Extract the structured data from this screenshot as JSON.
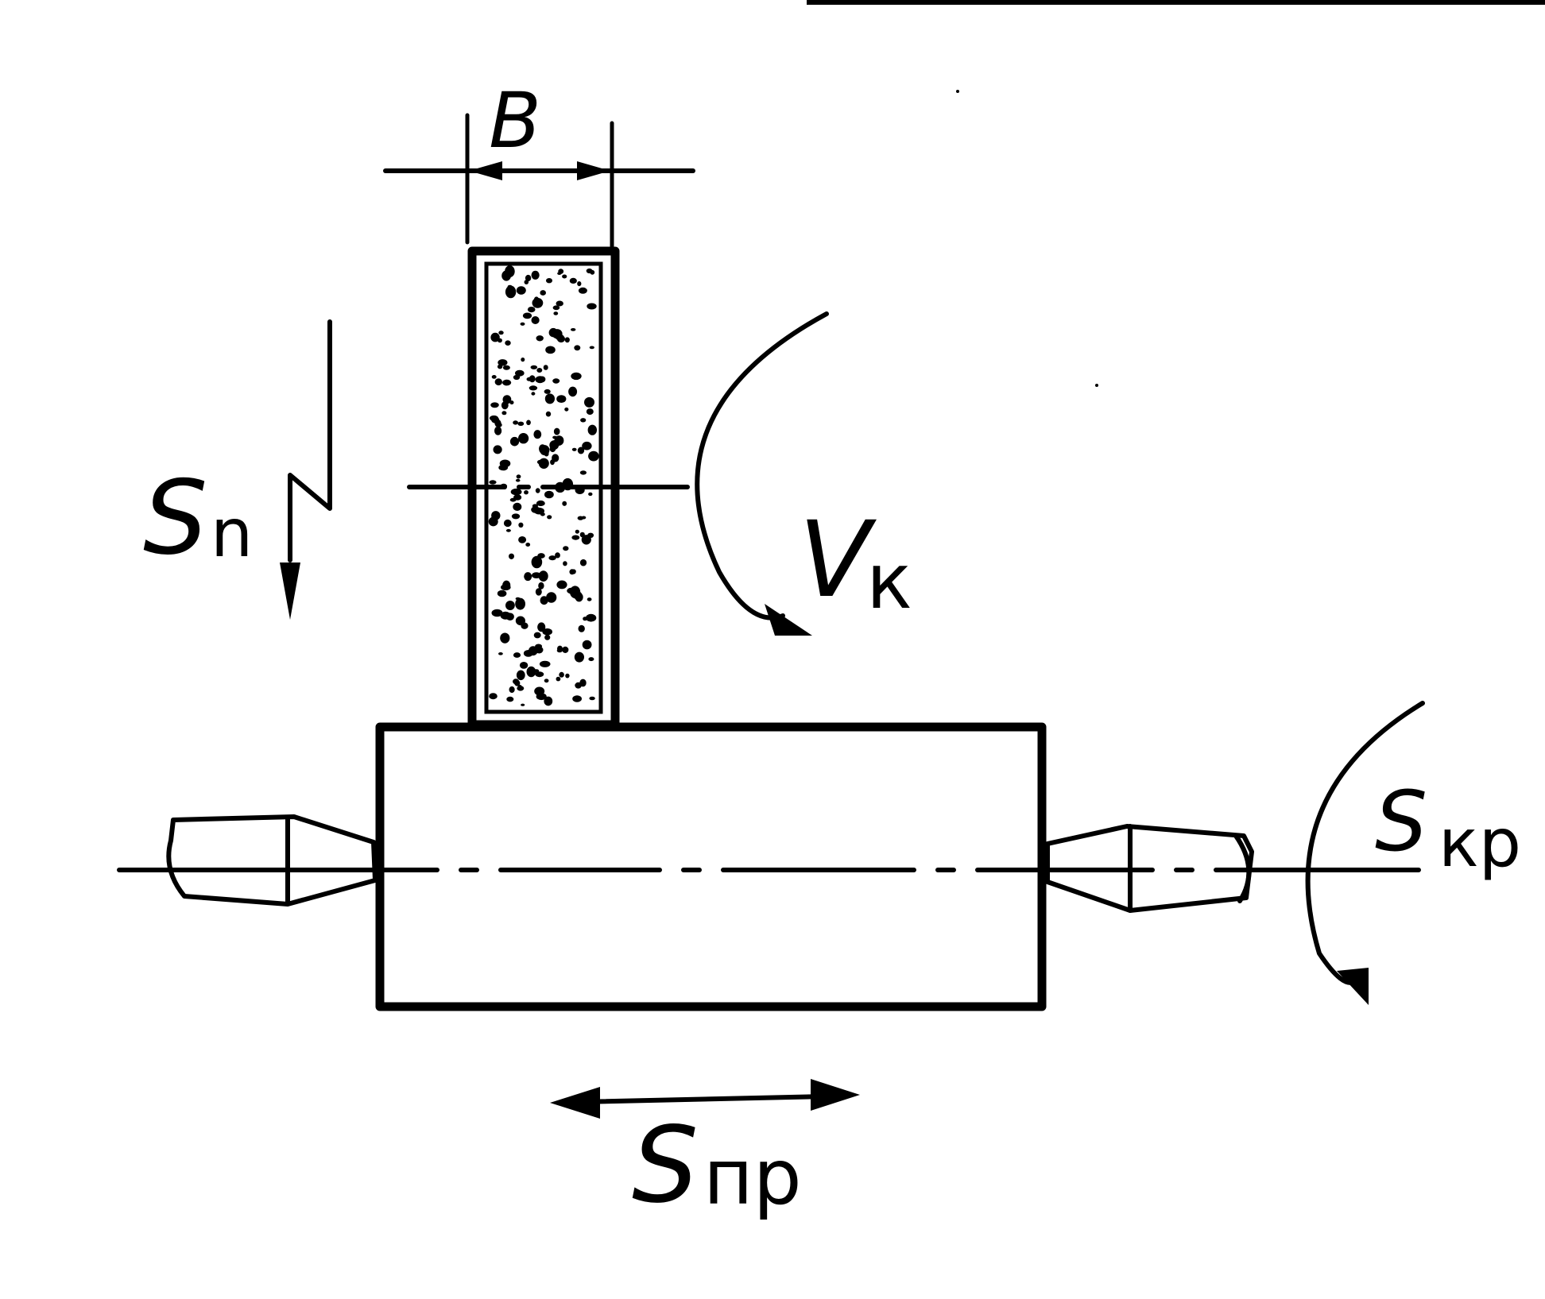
{
  "labels": {
    "width_symbol": "B",
    "plunge_feed_main": "S",
    "plunge_feed_sub": "n",
    "wheel_speed_main": "V",
    "wheel_speed_sub": "к",
    "circular_feed_main": "S",
    "circular_feed_sub": "кр",
    "longitudinal_feed_main": "S",
    "longitudinal_feed_sub": "пр"
  },
  "colors": {
    "ink": "#000000",
    "background": "#ffffff"
  }
}
